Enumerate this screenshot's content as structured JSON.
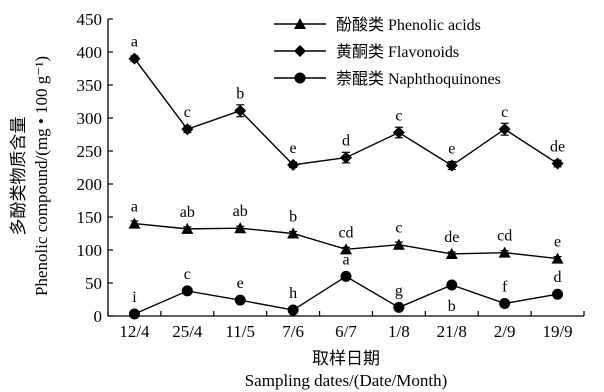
{
  "chart_data": {
    "type": "line",
    "xlabel": [
      "取样日期",
      "Sampling dates/(Date/Month)"
    ],
    "ylabel": [
      "多酚类物质含量",
      "Phenolic compound/(mg • 100 g⁻¹)"
    ],
    "ylim": [
      0,
      450
    ],
    "yticks": [
      0,
      50,
      100,
      150,
      200,
      250,
      300,
      350,
      400,
      450
    ],
    "categories": [
      "12/4",
      "25/4",
      "11/5",
      "7/6",
      "6/7",
      "1/8",
      "21/8",
      "2/9",
      "19/9"
    ],
    "grid": false,
    "legend_position": "top-right",
    "series": [
      {
        "name": "酚酸类 Phenolic acids",
        "marker": "triangle",
        "values": [
          140,
          132,
          133,
          125,
          101,
          108,
          94,
          96,
          87
        ],
        "labels": [
          "a",
          "ab",
          "ab",
          "b",
          "cd",
          "c",
          "de",
          "cd",
          "e"
        ],
        "errors": [
          4,
          3,
          3,
          3,
          3,
          4,
          3,
          3,
          3
        ]
      },
      {
        "name": "黄酮类 Flavonoids",
        "marker": "diamond",
        "values": [
          390,
          283,
          311,
          229,
          240,
          278,
          228,
          283,
          231
        ],
        "labels": [
          "a",
          "c",
          "b",
          "e",
          "d",
          "c",
          "e",
          "c",
          "de"
        ],
        "errors": [
          4,
          5,
          9,
          4,
          8,
          8,
          6,
          9,
          5
        ]
      },
      {
        "name": "萘醌类 Naphthoquinones",
        "marker": "circle",
        "values": [
          3,
          38,
          24,
          9,
          60,
          13,
          47,
          19,
          33
        ],
        "labels": [
          "i",
          "c",
          "e",
          "h",
          "a",
          "g",
          "b",
          "f",
          "d"
        ],
        "label_side": [
          "above",
          "above",
          "above",
          "above",
          "above",
          "above",
          "below",
          "above",
          "above"
        ],
        "errors": [
          1,
          2,
          2,
          1,
          2,
          1,
          2,
          1,
          2
        ]
      }
    ]
  }
}
